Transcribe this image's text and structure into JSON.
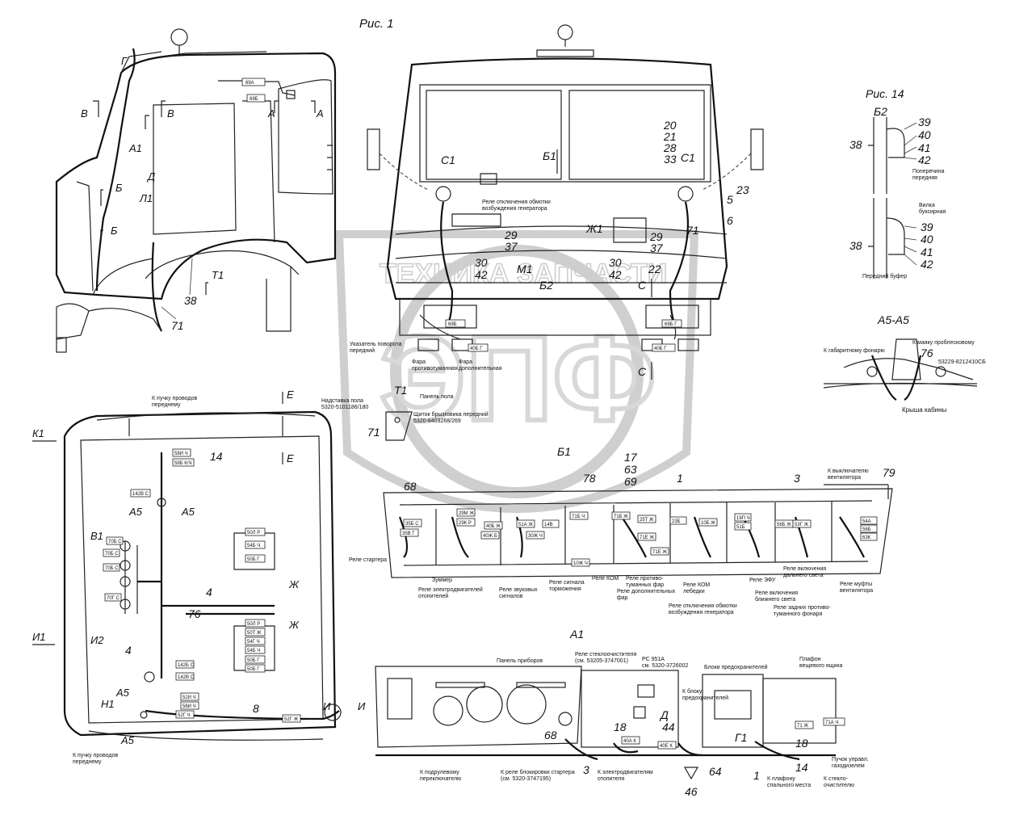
{
  "figures": {
    "fig1": "Рис. 1",
    "fig14": "Рис. 14",
    "A1": "А1",
    "B1": "Б1",
    "A5A5": "А5-А5",
    "T1": "Т1"
  },
  "watermark": {
    "line1": "ТЕХНИКА",
    "line2": "ЗАПЧАСТИ",
    "logo": "ЭПФ"
  },
  "left_cab_letters": [
    "Г",
    "В",
    "В",
    "А",
    "А",
    "А1",
    "Д",
    "Б",
    "Л1",
    "Б",
    "Т1"
  ],
  "left_cab_numbers": [
    "38",
    "71"
  ],
  "front_labels": [
    {
      "t": "С1"
    },
    {
      "t": "Б1"
    },
    {
      "t": "20"
    },
    {
      "t": "21"
    },
    {
      "t": "28"
    },
    {
      "t": "33"
    },
    {
      "t": "С1"
    },
    {
      "t": "5"
    },
    {
      "t": "23"
    },
    {
      "t": "6"
    },
    {
      "t": "Ж1"
    },
    {
      "t": "29"
    },
    {
      "t": "37"
    },
    {
      "t": "29"
    },
    {
      "t": "37"
    },
    {
      "t": "71"
    },
    {
      "t": "30"
    },
    {
      "t": "42"
    },
    {
      "t": "М1"
    },
    {
      "t": "30"
    },
    {
      "t": "42"
    },
    {
      "t": "22"
    },
    {
      "t": "Б2"
    },
    {
      "t": "С"
    },
    {
      "t": "С"
    }
  ],
  "front_captions": {
    "relay": "Реле отключения обмотки\nвозбуждения генератора",
    "turn": "Указатель поворота\nпередний",
    "fog": "Фара\nпротивотуманная",
    "extra": "Фара\nдополнительная"
  },
  "front_tags": [
    "69Б",
    "40Б Г",
    "69Б Г",
    "40Б Г"
  ],
  "top_tags": [
    "69А",
    "69Б"
  ],
  "fig14": {
    "labels": [
      "Б2",
      "39",
      "40",
      "41",
      "42",
      "38",
      "39",
      "40",
      "41",
      "42",
      "38"
    ],
    "captions": [
      "Поперечина\nпередняя",
      "Вилка\nбуксирная",
      "Передний буфер"
    ]
  },
  "a5": {
    "captions": [
      "К габаритному фонарю",
      "К маяку проблесковому",
      "53229-8212410СБ",
      "Крыша кабины"
    ],
    "num": "76"
  },
  "t1": {
    "captions": [
      "Надставка пола\n5320-5101186/180",
      "Панель пола",
      "Щиток брызговика передний\n5320-8403268/269"
    ],
    "num": "71"
  },
  "rear_cab": {
    "letters": [
      "К1",
      "Е",
      "Е",
      "А5",
      "А5",
      "В1",
      "И1",
      "И2",
      "Ж",
      "Ж",
      "А5",
      "Н1",
      "А5",
      "И",
      "И"
    ],
    "numbers": [
      "14",
      "4",
      "76",
      "4",
      "8"
    ],
    "caption_top": "К пучку проводов\nпереднему",
    "caption_bottom": "К пучку проводов\nпереднему",
    "tags": [
      "58И Ч",
      "58Б К/Ч",
      "142В С",
      "70Б С",
      "70Б С",
      "70Б С",
      "70Г С",
      "50Л Р",
      "54Б Ч",
      "50Б Г",
      "50Л Р",
      "50Т Ж",
      "54Г Ч",
      "54Б Ч",
      "50Б Г",
      "50Б Г",
      "142Б С",
      "142В С",
      "52И Ч",
      "58И Ч",
      "52Г Ч",
      "52Г Ж"
    ]
  },
  "b1": {
    "numbers": [
      "68",
      "17",
      "63",
      "69",
      "78",
      "1",
      "3",
      "79"
    ],
    "tags": [
      "35Б С",
      "35В Г",
      "29М Ж",
      "29К Р",
      "40Б Ж",
      "40Ж Б",
      "51А Ж",
      "30Ж Ч",
      "14В",
      "71Б Ч",
      "10Ж Ч",
      "71Б Ж",
      "25Т Ж",
      "71Е Ж",
      "71Е Ж",
      "23Б",
      "10Б Ж",
      "19П Ч",
      "51Б",
      "56Б Ж",
      "53Г Ж",
      "54А",
      "56Б",
      "63К"
    ],
    "captions": [
      "К выключателю\nвентилятора",
      "Реле стартера",
      "Зуммер",
      "Реле электродвигателей\nотопителей",
      "Реле звуковых\nсигналов",
      "Реле сигнала\nторможения",
      "Реле КОМ",
      "Реле противо-\nтуманных фар",
      "Реле дополнительных\nфар",
      "Реле КОМ\nлебедки",
      "Реле отключения обмотки\nвозбуждения генератора",
      "Реле ЭФУ",
      "Реле включения\nдальнего света",
      "Реле включения\nближнего света",
      "Реле задних противо-\nтуманного фонаря",
      "Реле муфты\nвентилятора"
    ]
  },
  "a1": {
    "captions": [
      "Панель приборов",
      "Реле стеклоочистителя\n(см. 53205-3747001)",
      "РС 951А\nсм. 5320-3726002",
      "Блоки предохранителей",
      "Плафон\nвещевого ящика",
      "К блоку\nпредохранителей",
      "К подрулевому\nпереключателю",
      "К реле блокировки стартера\n(см. 5320-3747195)",
      "К электродвигателям\nотопителя",
      "К плафону\nспального места",
      "К стекло-\nочистителю",
      "Пучок управл.\nгазодизелем"
    ],
    "numbers": [
      "18",
      "44",
      "68",
      "3",
      "1",
      "14",
      "18",
      "64",
      "46",
      "Д",
      "Г1"
    ],
    "tags": [
      "40А К",
      "40Е К",
      "71 Ж",
      "71А Ч"
    ]
  }
}
